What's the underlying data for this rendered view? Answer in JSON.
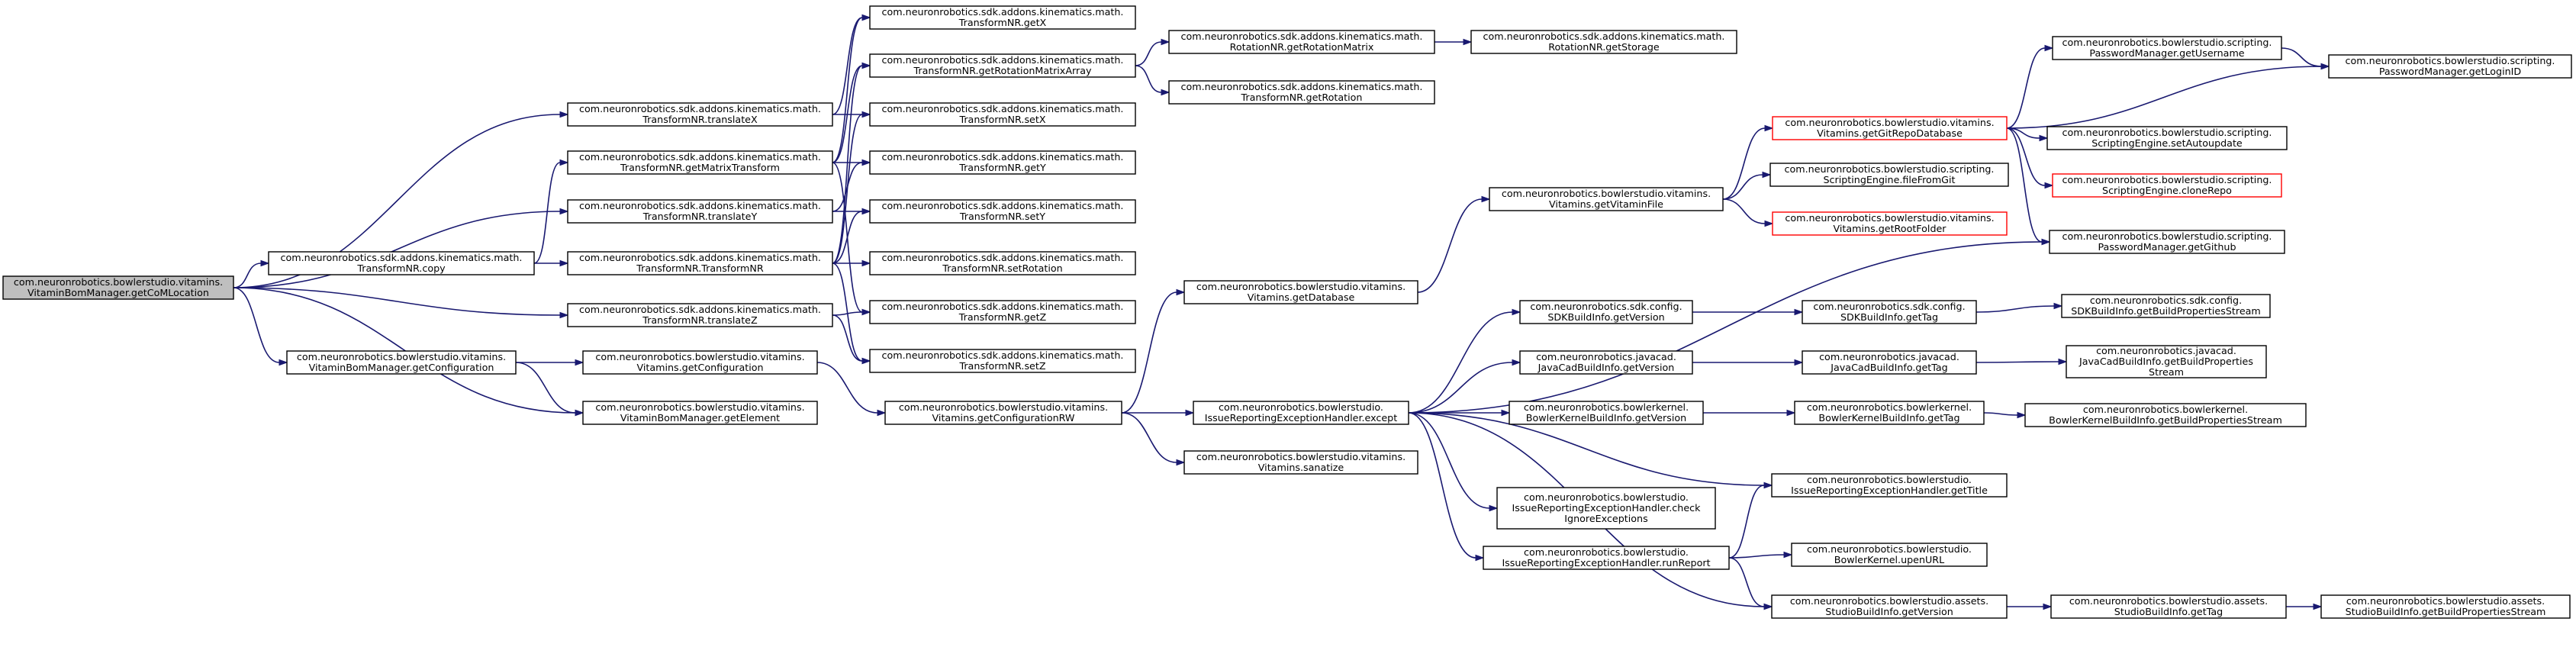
{
  "colors": {
    "edge": "#191970",
    "node_border": "#000000",
    "node_border_truncated": "#ff0000",
    "root_fill": "#bfbfbf",
    "node_fill": "#ffffff"
  },
  "nodes": [
    {
      "id": "root",
      "root": true,
      "lines": [
        "com.neuronrobotics.bowlerstudio.vitamins.",
        "VitaminBomManager.getCoMLocation"
      ]
    },
    {
      "id": "translateX",
      "lines": [
        "com.neuronrobotics.sdk.addons.kinematics.math.",
        "TransformNR.translateX"
      ]
    },
    {
      "id": "getMatrixTransform",
      "lines": [
        "com.neuronrobotics.sdk.addons.kinematics.math.",
        "TransformNR.getMatrixTransform"
      ]
    },
    {
      "id": "translateY",
      "lines": [
        "com.neuronrobotics.sdk.addons.kinematics.math.",
        "TransformNR.translateY"
      ]
    },
    {
      "id": "copy",
      "lines": [
        "com.neuronrobotics.sdk.addons.kinematics.math.",
        "TransformNR.copy"
      ]
    },
    {
      "id": "ctor",
      "lines": [
        "com.neuronrobotics.sdk.addons.kinematics.math.",
        "TransformNR.TransformNR"
      ]
    },
    {
      "id": "translateZ",
      "lines": [
        "com.neuronrobotics.sdk.addons.kinematics.math.",
        "TransformNR.translateZ"
      ]
    },
    {
      "id": "bomGetConfiguration",
      "lines": [
        "com.neuronrobotics.bowlerstudio.vitamins.",
        "VitaminBomManager.getConfiguration"
      ]
    },
    {
      "id": "vitGetConfiguration",
      "lines": [
        "com.neuronrobotics.bowlerstudio.vitamins.",
        "Vitamins.getConfiguration"
      ]
    },
    {
      "id": "bomGetElement",
      "lines": [
        "com.neuronrobotics.bowlerstudio.vitamins.",
        "VitaminBomManager.getElement"
      ]
    },
    {
      "id": "getConfigurationRW",
      "lines": [
        "com.neuronrobotics.bowlerstudio.vitamins.",
        "Vitamins.getConfigurationRW"
      ]
    },
    {
      "id": "getX",
      "lines": [
        "com.neuronrobotics.sdk.addons.kinematics.math.",
        "TransformNR.getX"
      ]
    },
    {
      "id": "getRotationMatrixArray",
      "lines": [
        "com.neuronrobotics.sdk.addons.kinematics.math.",
        "TransformNR.getRotationMatrixArray"
      ]
    },
    {
      "id": "setX",
      "lines": [
        "com.neuronrobotics.sdk.addons.kinematics.math.",
        "TransformNR.setX"
      ]
    },
    {
      "id": "getY",
      "lines": [
        "com.neuronrobotics.sdk.addons.kinematics.math.",
        "TransformNR.getY"
      ]
    },
    {
      "id": "setY",
      "lines": [
        "com.neuronrobotics.sdk.addons.kinematics.math.",
        "TransformNR.setY"
      ]
    },
    {
      "id": "setRotation",
      "lines": [
        "com.neuronrobotics.sdk.addons.kinematics.math.",
        "TransformNR.setRotation"
      ]
    },
    {
      "id": "getZ",
      "lines": [
        "com.neuronrobotics.sdk.addons.kinematics.math.",
        "TransformNR.getZ"
      ]
    },
    {
      "id": "setZ",
      "lines": [
        "com.neuronrobotics.sdk.addons.kinematics.math.",
        "TransformNR.setZ"
      ]
    },
    {
      "id": "getRotationMatrix",
      "lines": [
        "com.neuronrobotics.sdk.addons.kinematics.math.",
        "RotationNR.getRotationMatrix"
      ]
    },
    {
      "id": "getRotation",
      "lines": [
        "com.neuronrobotics.sdk.addons.kinematics.math.",
        "TransformNR.getRotation"
      ]
    },
    {
      "id": "getStorage",
      "lines": [
        "com.neuronrobotics.sdk.addons.kinematics.math.",
        "RotationNR.getStorage"
      ]
    },
    {
      "id": "getDatabase",
      "lines": [
        "com.neuronrobotics.bowlerstudio.vitamins.",
        "Vitamins.getDatabase"
      ]
    },
    {
      "id": "except",
      "lines": [
        "com.neuronrobotics.bowlerstudio.",
        "IssueReportingExceptionHandler.except"
      ]
    },
    {
      "id": "sanatize",
      "lines": [
        "com.neuronrobotics.bowlerstudio.vitamins.",
        "Vitamins.sanatize"
      ]
    },
    {
      "id": "getVitaminFile",
      "lines": [
        "com.neuronrobotics.bowlerstudio.vitamins.",
        "Vitamins.getVitaminFile"
      ]
    },
    {
      "id": "getGitRepoDatabase",
      "truncated": true,
      "lines": [
        "com.neuronrobotics.bowlerstudio.vitamins.",
        "Vitamins.getGitRepoDatabase"
      ]
    },
    {
      "id": "fileFromGit",
      "lines": [
        "com.neuronrobotics.bowlerstudio.scripting.",
        "ScriptingEngine.fileFromGit"
      ]
    },
    {
      "id": "getRootFolder",
      "truncated": true,
      "lines": [
        "com.neuronrobotics.bowlerstudio.vitamins.",
        "Vitamins.getRootFolder"
      ]
    },
    {
      "id": "getUsername",
      "lines": [
        "com.neuronrobotics.bowlerstudio.scripting.",
        "PasswordManager.getUsername"
      ]
    },
    {
      "id": "setAutoupdate",
      "lines": [
        "com.neuronrobotics.bowlerstudio.scripting.",
        "ScriptingEngine.setAutoupdate"
      ]
    },
    {
      "id": "cloneRepo",
      "truncated": true,
      "lines": [
        "com.neuronrobotics.bowlerstudio.scripting.",
        "ScriptingEngine.cloneRepo"
      ]
    },
    {
      "id": "getGithub",
      "lines": [
        "com.neuronrobotics.bowlerstudio.scripting.",
        "PasswordManager.getGithub"
      ]
    },
    {
      "id": "getLoginID",
      "lines": [
        "com.neuronrobotics.bowlerstudio.scripting.",
        "PasswordManager.getLoginID"
      ]
    },
    {
      "id": "sdkGetVersion",
      "lines": [
        "com.neuronrobotics.sdk.config.",
        "SDKBuildInfo.getVersion"
      ]
    },
    {
      "id": "sdkGetTag",
      "lines": [
        "com.neuronrobotics.sdk.config.",
        "SDKBuildInfo.getTag"
      ]
    },
    {
      "id": "sdkGetStream",
      "lines": [
        "com.neuronrobotics.sdk.config.",
        "SDKBuildInfo.getBuildPropertiesStream"
      ]
    },
    {
      "id": "jcGetVersion",
      "lines": [
        "com.neuronrobotics.javacad.",
        "JavaCadBuildInfo.getVersion"
      ]
    },
    {
      "id": "jcGetTag",
      "lines": [
        "com.neuronrobotics.javacad.",
        "JavaCadBuildInfo.getTag"
      ]
    },
    {
      "id": "jcGetStream",
      "lines": [
        "com.neuronrobotics.javacad.",
        "JavaCadBuildInfo.getBuildProperties",
        "Stream"
      ]
    },
    {
      "id": "bkGetVersion",
      "lines": [
        "com.neuronrobotics.bowlerkernel.",
        "BowlerKernelBuildInfo.getVersion"
      ]
    },
    {
      "id": "bkGetTag",
      "lines": [
        "com.neuronrobotics.bowlerkernel.",
        "BowlerKernelBuildInfo.getTag"
      ]
    },
    {
      "id": "bkGetStream",
      "lines": [
        "com.neuronrobotics.bowlerkernel.",
        "BowlerKernelBuildInfo.getBuildPropertiesStream"
      ]
    },
    {
      "id": "checkIgnore",
      "lines": [
        "com.neuronrobotics.bowlerstudio.",
        "IssueReportingExceptionHandler.check",
        "IgnoreExceptions"
      ]
    },
    {
      "id": "getTitle",
      "lines": [
        "com.neuronrobotics.bowlerstudio.",
        "IssueReportingExceptionHandler.getTitle"
      ]
    },
    {
      "id": "runReport",
      "lines": [
        "com.neuronrobotics.bowlerstudio.",
        "IssueReportingExceptionHandler.runReport"
      ]
    },
    {
      "id": "upenURL",
      "lines": [
        "com.neuronrobotics.bowlerstudio.",
        "BowlerKernel.upenURL"
      ]
    },
    {
      "id": "studioGetVersion",
      "lines": [
        "com.neuronrobotics.bowlerstudio.assets.",
        "StudioBuildInfo.getVersion"
      ]
    },
    {
      "id": "studioGetTag",
      "lines": [
        "com.neuronrobotics.bowlerstudio.assets.",
        "StudioBuildInfo.getTag"
      ]
    },
    {
      "id": "studioGetStream",
      "lines": [
        "com.neuronrobotics.bowlerstudio.assets.",
        "StudioBuildInfo.getBuildPropertiesStream"
      ]
    }
  ],
  "edges": [
    [
      "root",
      "translateX"
    ],
    [
      "root",
      "translateY"
    ],
    [
      "root",
      "copy"
    ],
    [
      "root",
      "translateZ"
    ],
    [
      "root",
      "bomGetConfiguration"
    ],
    [
      "root",
      "bomGetElement"
    ],
    [
      "translateX",
      "getX"
    ],
    [
      "translateX",
      "setX"
    ],
    [
      "getMatrixTransform",
      "getRotationMatrixArray"
    ],
    [
      "getMatrixTransform",
      "getX"
    ],
    [
      "getMatrixTransform",
      "getY"
    ],
    [
      "getMatrixTransform",
      "getZ"
    ],
    [
      "translateY",
      "getY"
    ],
    [
      "translateY",
      "setY"
    ],
    [
      "copy",
      "getMatrixTransform"
    ],
    [
      "copy",
      "ctor"
    ],
    [
      "ctor",
      "getRotationMatrixArray"
    ],
    [
      "ctor",
      "setX"
    ],
    [
      "ctor",
      "setY"
    ],
    [
      "ctor",
      "setRotation"
    ],
    [
      "ctor",
      "setZ"
    ],
    [
      "translateZ",
      "getZ"
    ],
    [
      "translateZ",
      "setZ"
    ],
    [
      "bomGetConfiguration",
      "vitGetConfiguration"
    ],
    [
      "bomGetConfiguration",
      "bomGetElement"
    ],
    [
      "vitGetConfiguration",
      "getConfigurationRW"
    ],
    [
      "getConfigurationRW",
      "getDatabase"
    ],
    [
      "getConfigurationRW",
      "except"
    ],
    [
      "getConfigurationRW",
      "sanatize"
    ],
    [
      "getRotationMatrixArray",
      "getRotationMatrix"
    ],
    [
      "getRotationMatrixArray",
      "getRotation"
    ],
    [
      "getRotationMatrix",
      "getStorage"
    ],
    [
      "getDatabase",
      "getVitaminFile"
    ],
    [
      "getVitaminFile",
      "getGitRepoDatabase"
    ],
    [
      "getVitaminFile",
      "fileFromGit"
    ],
    [
      "getVitaminFile",
      "getRootFolder"
    ],
    [
      "getGitRepoDatabase",
      "getUsername"
    ],
    [
      "getGitRepoDatabase",
      "getLoginID"
    ],
    [
      "getGitRepoDatabase",
      "setAutoupdate"
    ],
    [
      "getGitRepoDatabase",
      "cloneRepo"
    ],
    [
      "getGitRepoDatabase",
      "getGithub"
    ],
    [
      "getUsername",
      "getLoginID"
    ],
    [
      "except",
      "getGithub"
    ],
    [
      "except",
      "sdkGetVersion"
    ],
    [
      "except",
      "jcGetVersion"
    ],
    [
      "except",
      "bkGetVersion"
    ],
    [
      "except",
      "getTitle"
    ],
    [
      "except",
      "checkIgnore"
    ],
    [
      "except",
      "runReport"
    ],
    [
      "except",
      "studioGetVersion"
    ],
    [
      "sdkGetVersion",
      "sdkGetTag"
    ],
    [
      "sdkGetTag",
      "sdkGetStream"
    ],
    [
      "jcGetVersion",
      "jcGetTag"
    ],
    [
      "jcGetTag",
      "jcGetStream"
    ],
    [
      "bkGetVersion",
      "bkGetTag"
    ],
    [
      "bkGetTag",
      "bkGetStream"
    ],
    [
      "runReport",
      "getTitle"
    ],
    [
      "runReport",
      "upenURL"
    ],
    [
      "runReport",
      "studioGetVersion"
    ],
    [
      "studioGetVersion",
      "studioGetTag"
    ],
    [
      "studioGetTag",
      "studioGetStream"
    ]
  ]
}
